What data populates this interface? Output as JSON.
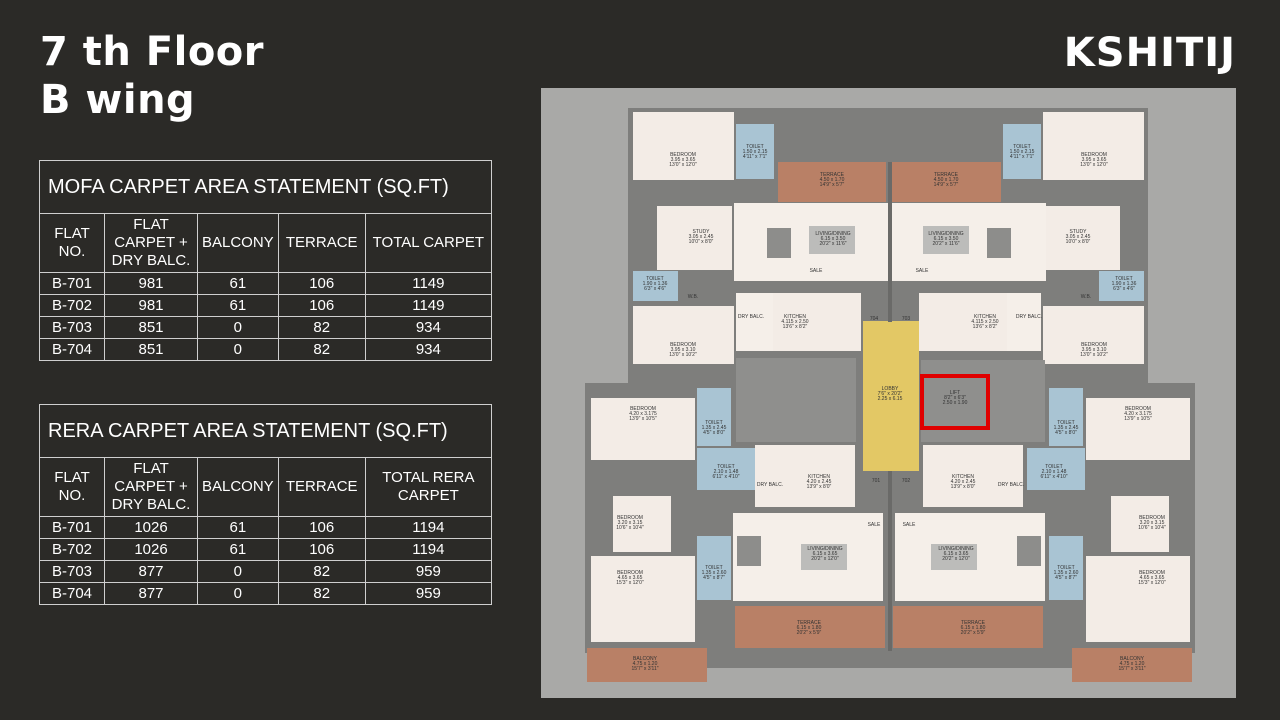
{
  "header": {
    "floor": "7 th Floor",
    "wing": "B wing",
    "brand": "KSHITIJ"
  },
  "mofa": {
    "title": "MOFA CARPET AREA STATEMENT (SQ.FT)",
    "columns": [
      "FLAT NO.",
      "FLAT CARPET + DRY BALC.",
      "BALCONY",
      "TERRACE",
      "TOTAL CARPET"
    ],
    "rows": [
      [
        "B-701",
        "981",
        "61",
        "106",
        "1149"
      ],
      [
        "B-702",
        "981",
        "61",
        "106",
        "1149"
      ],
      [
        "B-703",
        "851",
        "0",
        "82",
        "934"
      ],
      [
        "B-704",
        "851",
        "0",
        "82",
        "934"
      ]
    ]
  },
  "rera": {
    "title": "RERA CARPET AREA STATEMENT (SQ.FT)",
    "columns": [
      "FLAT NO.",
      "FLAT CARPET + DRY BALC.",
      "BALCONY",
      "TERRACE",
      "TOTAL RERA CARPET"
    ],
    "rows": [
      [
        "B-701",
        "1026",
        "61",
        "106",
        "1194"
      ],
      [
        "B-702",
        "1026",
        "61",
        "106",
        "1194"
      ],
      [
        "B-703",
        "877",
        "0",
        "82",
        "959"
      ],
      [
        "B-704",
        "877",
        "0",
        "82",
        "959"
      ]
    ]
  },
  "plan": {
    "lobby": [
      "LOBBY",
      "7'6\" x 20'2\"",
      "2.25 x 6.15"
    ],
    "lift": [
      "LIFT",
      "8'2\" x 6'3\"",
      "2.50 x 1.90"
    ],
    "flat_numbers": [
      "704",
      "703",
      "701",
      "702"
    ],
    "bedroom_top": [
      "BEDROOM",
      "3.95 x 3.65",
      "13'0\" x 12'0\""
    ],
    "toilet_top": [
      "TOILET",
      "1.50 x 2.15",
      "4'11\" x 7'1\""
    ],
    "terrace_top": [
      "TERRACE",
      "4.50 x 1.70",
      "14'9\" x 5'7\""
    ],
    "study": [
      "STUDY",
      "3.05 x 2.45",
      "10'0\" x 8'0\""
    ],
    "living_top": [
      "LIVING/DINING",
      "6.15 x 3.50",
      "20'2\" x 11'6\""
    ],
    "toilet_mid": [
      "TOILET",
      "1.90 x 1.36",
      "6'3\" x 4'6\""
    ],
    "wb": "W.B.",
    "dry_balc": "DRY BALC.",
    "kitchen_top": [
      "KITCHEN",
      "4.115 x 2.50",
      "13'6\" x 8'2\""
    ],
    "bedroom_mid": [
      "BEDROOM",
      "3.95 x 3.10",
      "13'0\" x 10'2\""
    ],
    "sale": "SALE",
    "bedroom_left": [
      "BEDROOM",
      "4.20 x 3.175",
      "13'9\" x 10'5\""
    ],
    "toilet_left": [
      "TOILET",
      "1.35 x 2.45",
      "4'5\" x 8'0\""
    ],
    "toilet_left2": [
      "TOILET",
      "2.10 x 1.48",
      "6'11\" x 4'10\""
    ],
    "kitchen_bottom": [
      "KITCHEN",
      "4.20 x 2.45",
      "13'9\" x 8'0\""
    ],
    "bedroom_left2": [
      "BEDROOM",
      "3.20 x 3.15",
      "10'6\" x 10'4\""
    ],
    "bedroom_left3": [
      "BEDROOM",
      "4.65 x 3.65",
      "15'3\" x 12'0\""
    ],
    "toilet_bottom": [
      "TOILET",
      "1.35 x 2.60",
      "4'5\" x 8'7\""
    ],
    "living_bottom": [
      "LIVING/DINING",
      "6.15 x 3.65",
      "20'2\" x 12'0\""
    ],
    "terrace_bottom": [
      "TERRACE",
      "6.15 x 1.80",
      "20'2\" x 5'9\""
    ],
    "balcony": [
      "BALCONY",
      "4.75 x 1.20",
      "15'7\" x 3'11\""
    ]
  }
}
